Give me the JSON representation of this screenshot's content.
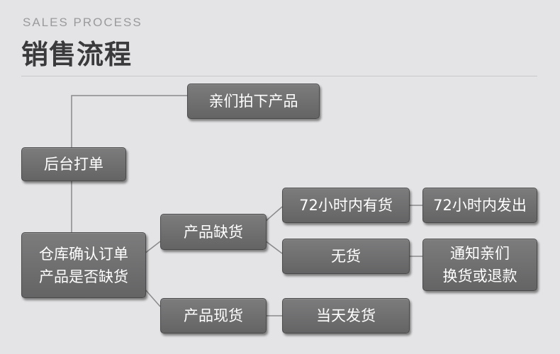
{
  "header": {
    "subtitle": "SALES PROCESS",
    "title": "销售流程"
  },
  "nodes": {
    "customer_order": "亲们拍下产品",
    "backend_print": "后台打单",
    "warehouse_check": "仓库确认订单\n产品是否缺货",
    "out_of_stock": "产品缺货",
    "in_stock": "产品现货",
    "restock_72h": "72小时内有货",
    "ship_72h": "72小时内发出",
    "no_stock": "无货",
    "notify_exchange": "通知亲们\n换货或退款",
    "ship_same_day": "当天发货"
  },
  "colors": {
    "background": "#e4e4e6",
    "box": "#6f6f70",
    "line": "#8a8a8c",
    "title": "#3a3a3c",
    "subtitle": "#9a9a9c"
  }
}
